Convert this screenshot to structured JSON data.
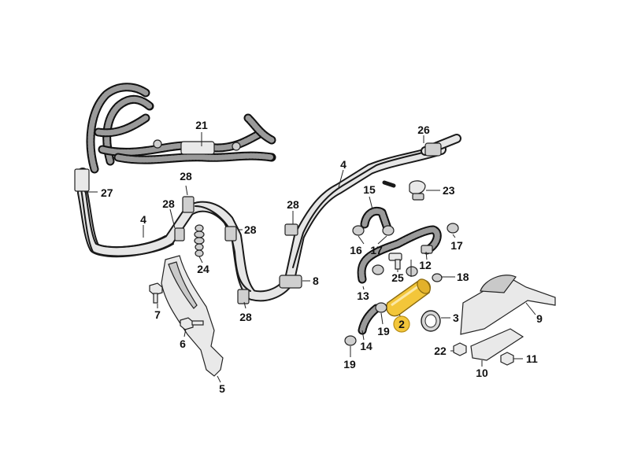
{
  "callouts": {
    "c21": "21",
    "c26": "26",
    "c27": "27",
    "c4a": "4",
    "c4b": "4",
    "c28a": "28",
    "c28b": "28",
    "c28c": "28",
    "c28d": "28",
    "c28e": "28",
    "c24": "24",
    "c7": "7",
    "c6": "6",
    "c5": "5",
    "c8": "8",
    "c15": "15",
    "c23": "23",
    "c16": "16",
    "c17a": "17",
    "c17b": "17",
    "c25": "25",
    "c12": "12",
    "c18": "18",
    "c13": "13",
    "c2": "2",
    "c3": "3",
    "c19a": "19",
    "c19b": "19",
    "c14": "14",
    "c9": "9",
    "c22": "22",
    "c11": "11",
    "c10": "10"
  },
  "colors": {
    "highlight": "#f3c63a",
    "highlight_dark": "#b88d14",
    "line": "#1a1a1a"
  }
}
